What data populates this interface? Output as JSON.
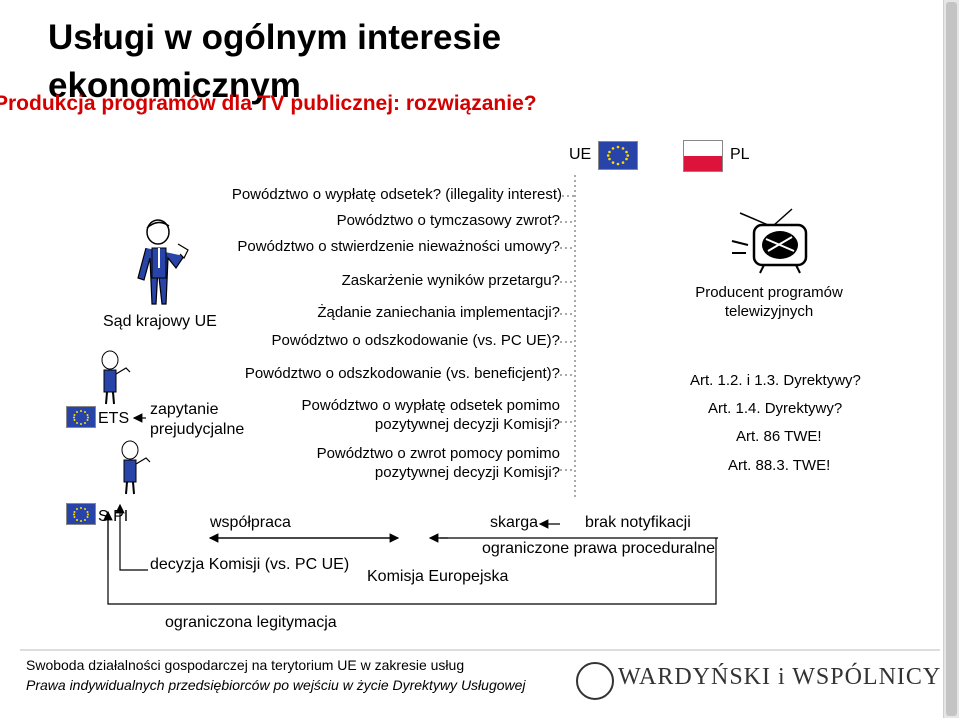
{
  "title": "Usługi w ogólnym interesie ekonomicznym",
  "subtitle": "Produkcja programów dla TV publicznej: rozwiązanie?",
  "header": {
    "eu_label": "UE",
    "pl_label": "PL"
  },
  "actors": {
    "court": "Sąd krajowy UE",
    "ets": "ETS",
    "spi": "S PI",
    "producer_line1": "Producent programów",
    "producer_line2": "telewizyjnych",
    "commission": "Komisja Europejska"
  },
  "claims": [
    "Powództwo o wypłatę odsetek? (illegality interest)",
    "Powództwo o tymczasowy zwrot?",
    "Powództwo o stwierdzenie nieważności umowy?",
    "Zaskarżenie wyników przetargu?",
    "Żądanie zaniechania implementacji?",
    "Powództwo o odszkodowanie (vs. PC UE)?",
    "Powództwo o odszkodowanie (vs. beneficjent)?"
  ],
  "claims_multi": [
    {
      "line1": "Powództwo o wypłatę odsetek pomimo",
      "line2": "pozytywnej decyzji Komisji?"
    },
    {
      "line1": "Powództwo o zwrot pomocy pomimo",
      "line2": "pozytywnej decyzji Komisji?"
    }
  ],
  "preliminary": {
    "line1": "zapytanie",
    "line2": "prejudycjalne"
  },
  "articles": [
    "Art. 1.2. i 1.3. Dyrektywy?",
    "Art. 1.4. Dyrektywy?",
    "Art. 86 TWE!",
    "Art. 88.3. TWE!"
  ],
  "bottom": {
    "cooperation": "współpraca",
    "complaint_prefix": "skarga",
    "complaint_suffix": "brak notyfikacji",
    "limited_rights": "ograniczone prawa proceduralne",
    "decision": "decyzja Komisji (vs. PC UE)",
    "limited_standing": "ograniczona legitymacja"
  },
  "footer": {
    "line1": "Swoboda działalności gospodarczej na terytorium UE w zakresie usług",
    "line2": "Prawa indywidualnych przedsiębiorców po wejściu w życie Dyrektywy Usługowej",
    "logo": "WARDYŃSKI i WSPÓLNICY"
  },
  "colors": {
    "subtitle": "#d40000",
    "eu_blue": "#2844a8",
    "eu_star": "#ffdd00",
    "pl_red": "#dc143c"
  }
}
